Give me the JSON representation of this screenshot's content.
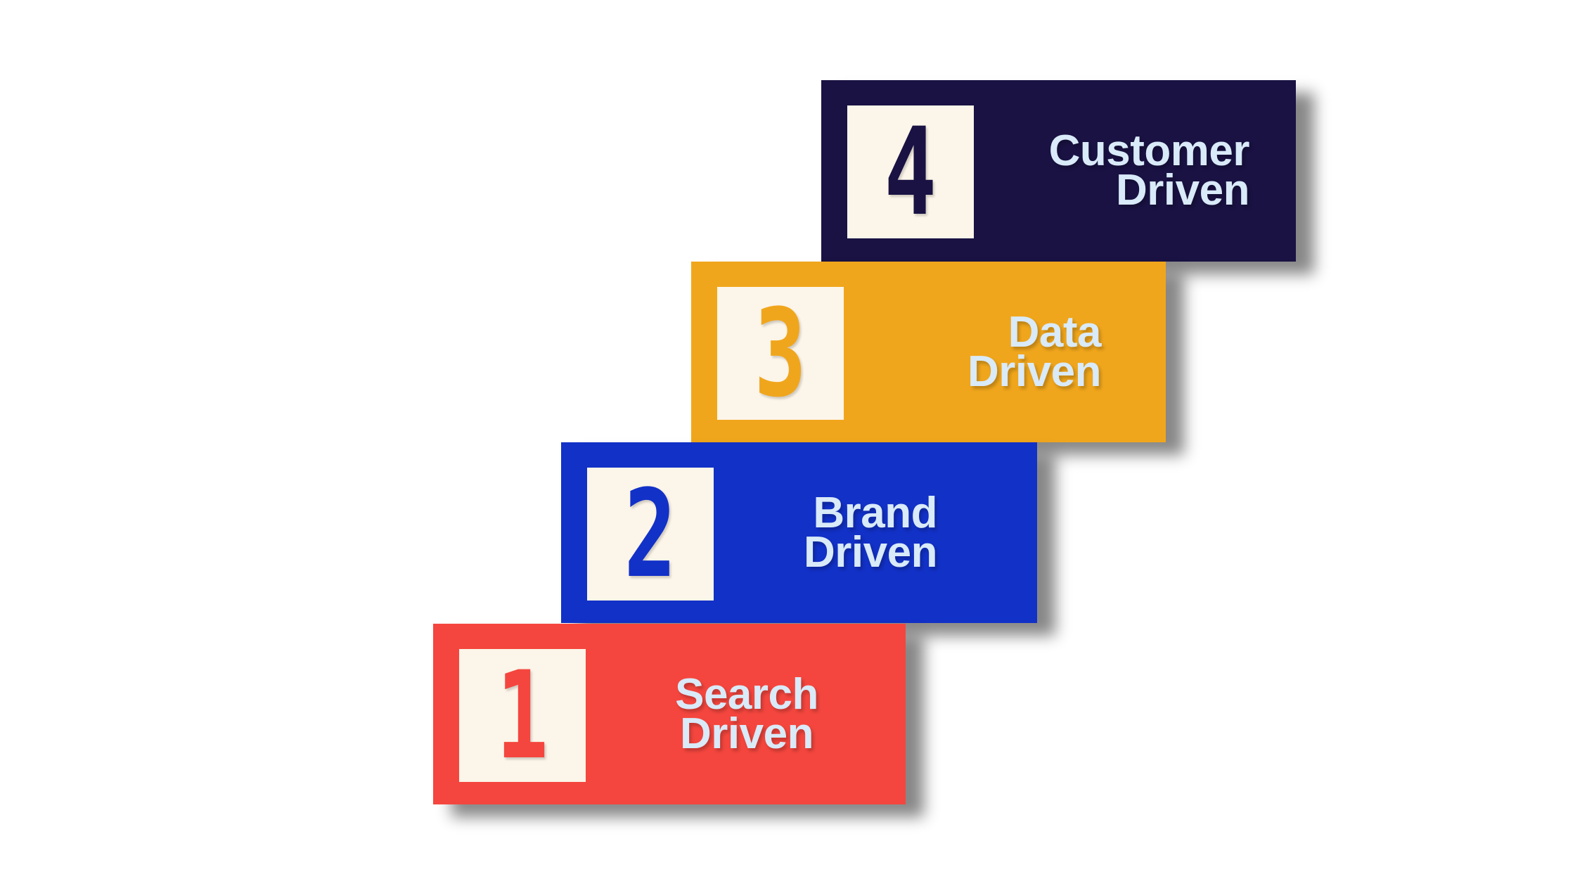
{
  "background_color": "#ffffff",
  "shadow_color": "rgba(0,0,0,0.47)",
  "label_text_color": "#d9eaf8",
  "number_square_color": "#fcf5e9",
  "steps": [
    {
      "number": "1",
      "label_lines": [
        "Search",
        "Driven"
      ],
      "color": "#f4463e"
    },
    {
      "number": "2",
      "label_lines": [
        "Brand",
        "Driven"
      ],
      "color": "#1231c7"
    },
    {
      "number": "3",
      "label_lines": [
        "Data",
        "Driven"
      ],
      "color": "#f0a61c"
    },
    {
      "number": "4",
      "label_lines": [
        "Customer",
        "Driven"
      ],
      "color": "#191243"
    }
  ]
}
